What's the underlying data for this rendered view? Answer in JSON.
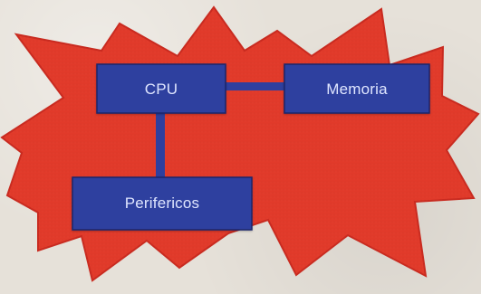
{
  "diagram": {
    "colors": {
      "background": "#e6e1d9",
      "burst": "#e13a2a",
      "burst_shadow": "#c92b20",
      "node_fill": "#2e3f9f",
      "node_stroke": "#1b276b",
      "connector": "#2e3f9f",
      "label": "#dfe6ff"
    },
    "nodes": [
      {
        "id": "cpu",
        "label": "CPU"
      },
      {
        "id": "memoria",
        "label": "Memoria"
      },
      {
        "id": "perifericos",
        "label": "Perifericos"
      }
    ],
    "edges": [
      {
        "from": "cpu",
        "to": "memoria"
      },
      {
        "from": "cpu",
        "to": "perifericos"
      }
    ]
  }
}
